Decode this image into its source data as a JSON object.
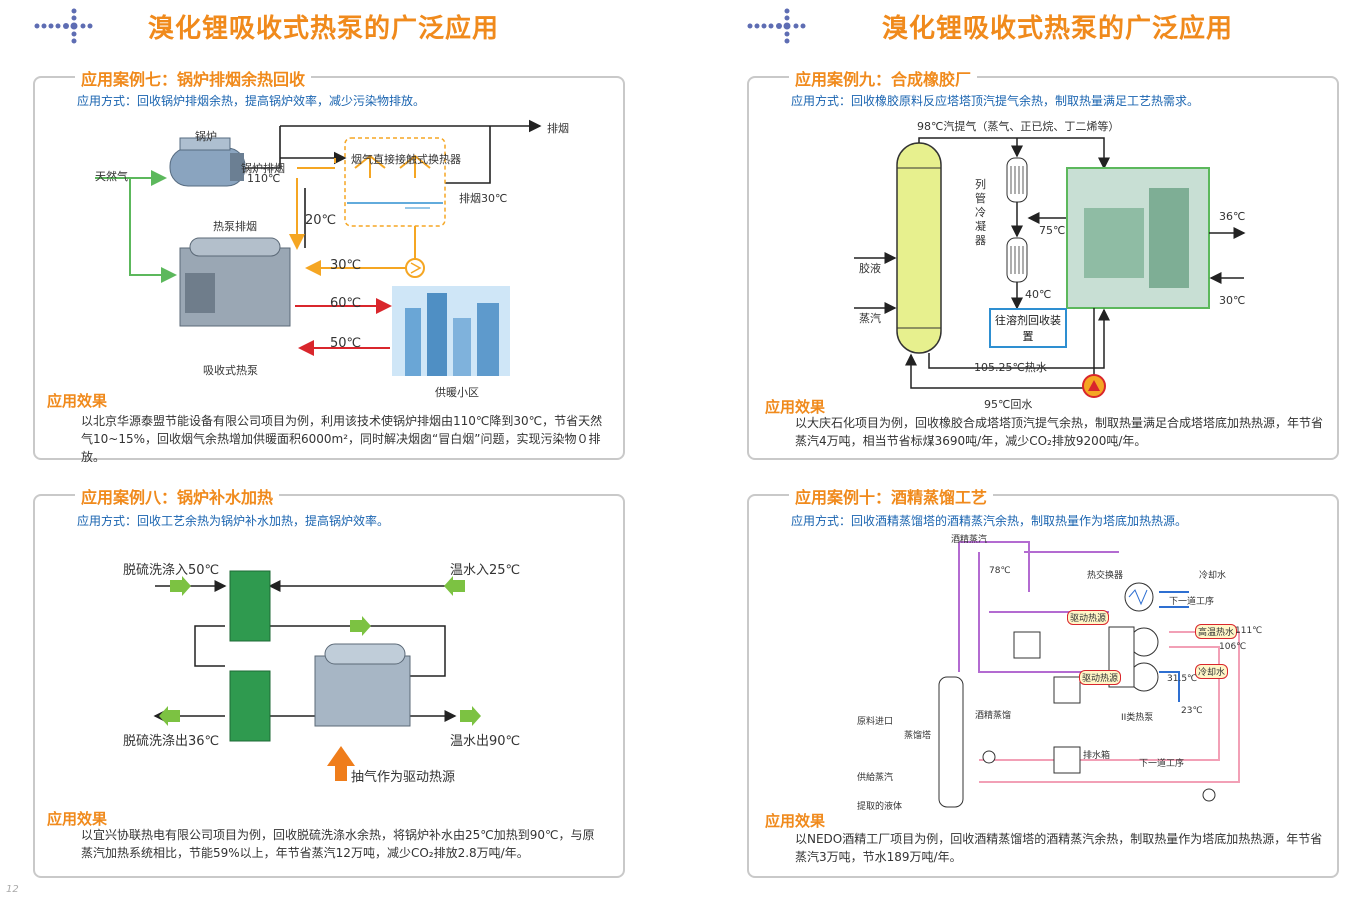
{
  "left": {
    "title": "溴化锂吸收式热泵的广泛应用",
    "case7": {
      "heading": "应用案例七：锅炉排烟余热回收",
      "method": "应用方式：回收锅炉排烟余热，提高锅炉效率，减少污染物排放。",
      "labels": {
        "boiler": "锅炉",
        "natural_gas": "天然气",
        "boiler_exhaust": "锅炉排烟",
        "temp_110": "110℃",
        "exchanger": "烟气直接接触式换热器",
        "exhaust": "排烟",
        "exhaust_30": "排烟30℃",
        "heatpump_exhaust": "热泵排烟",
        "temp_20": "20℃",
        "temp_30": "30℃",
        "temp_60": "60℃",
        "temp_50": "50℃",
        "absorption_pump": "吸收式热泵",
        "community": "供暖小区"
      },
      "effect_title": "应用效果",
      "effect_text": "以北京华源泰盟节能设备有限公司项目为例，利用该技术使锅炉排烟由110℃降到30℃，节省天然气10~15%，回收烟气余热增加供暖面积6000m²，同时解决烟囱“冒白烟”问题，实现污染物０排放。"
    },
    "case8": {
      "heading": "应用案例八：锅炉补水加热",
      "method": "应用方式：回收工艺余热为锅炉补水加热，提高锅炉效率。",
      "labels": {
        "desulf_in": "脱硫洗涤入50℃",
        "warm_in": "温水入25℃",
        "desulf_out": "脱硫洗涤出36℃",
        "warm_out": "温水出90℃",
        "steam_source": "抽气作为驱动热源"
      },
      "effect_title": "应用效果",
      "effect_text": "以宜兴协联热电有限公司项目为例，回收脱硫洗涤水余热，将锅炉补水由25℃加热到90℃，与原蒸汽加热系统相比，节能59%以上，年节省蒸汽12万吨，减少CO₂排放2.8万吨/年。"
    }
  },
  "right": {
    "title": "溴化锂吸收式热泵的广泛应用",
    "case9": {
      "heading": "应用案例九：合成橡胶厂",
      "method": "应用方式：回收橡胶原料反应塔塔顶汽提气余热，制取热量满足工艺热需求。",
      "labels": {
        "stripping_gas": "98℃汽提气（蒸气、正已烷、丁二烯等）",
        "condenser": "列管冷凝器",
        "temp_75": "75℃",
        "temp_40": "40℃",
        "rubber": "胶液",
        "steam": "蒸汽",
        "solvent_recovery": "往溶剂回收装置",
        "hot_water": "105.25℃热水",
        "return_water": "95℃回水",
        "temp_36": "36℃",
        "temp_30": "30℃"
      },
      "effect_title": "应用效果",
      "effect_text": "以大庆石化项目为例，回收橡胶合成塔塔顶汽提气余热，制取热量满足合成塔塔底加热热源，年节省蒸汽4万吨，相当节省标煤3690吨/年，减少CO₂排放9200吨/年。"
    },
    "case10": {
      "heading": "应用案例十：酒精蒸馏工艺",
      "method": "应用方式：回收酒精蒸馏塔的酒精蒸汽余热，制取热量作为塔底加热热源。",
      "labels": {
        "alcohol_steam": "酒精蒸汽",
        "temp_78": "78℃",
        "heat_exchanger": "热交换器",
        "cooling_water": "冷却水",
        "next_process": "下一道工序",
        "drive_heat_a": "驱动热源",
        "drive_heat_b": "驱动热源",
        "high_temp_water": "高温热水",
        "temp_111": "111℃",
        "temp_106": "106℃",
        "cooling_water_2": "冷却水",
        "temp_31_5": "31.5℃",
        "temp_23": "23℃",
        "raw_in": "原料进口",
        "distill_tower": "蒸馏塔",
        "alcohol_distill": "酒精蒸馏",
        "type2_pump": "II类热泵",
        "drain_tank": "排水箱",
        "next_process_2": "下一道工序",
        "supply_steam": "供給蒸汽",
        "extract_liquid": "提取的液体"
      },
      "effect_title": "应用效果",
      "effect_text": "以NEDO酒精工厂项目为例，回收酒精蒸馏塔的酒精蒸汽余热，制取热量作为塔底加热热源，年节省蒸汽3万吨，节水189万吨/年。"
    }
  },
  "page_number": "12",
  "colors": {
    "accent": "#f08a1c",
    "blue": "#1a64b0",
    "border": "#c9c9c9"
  }
}
